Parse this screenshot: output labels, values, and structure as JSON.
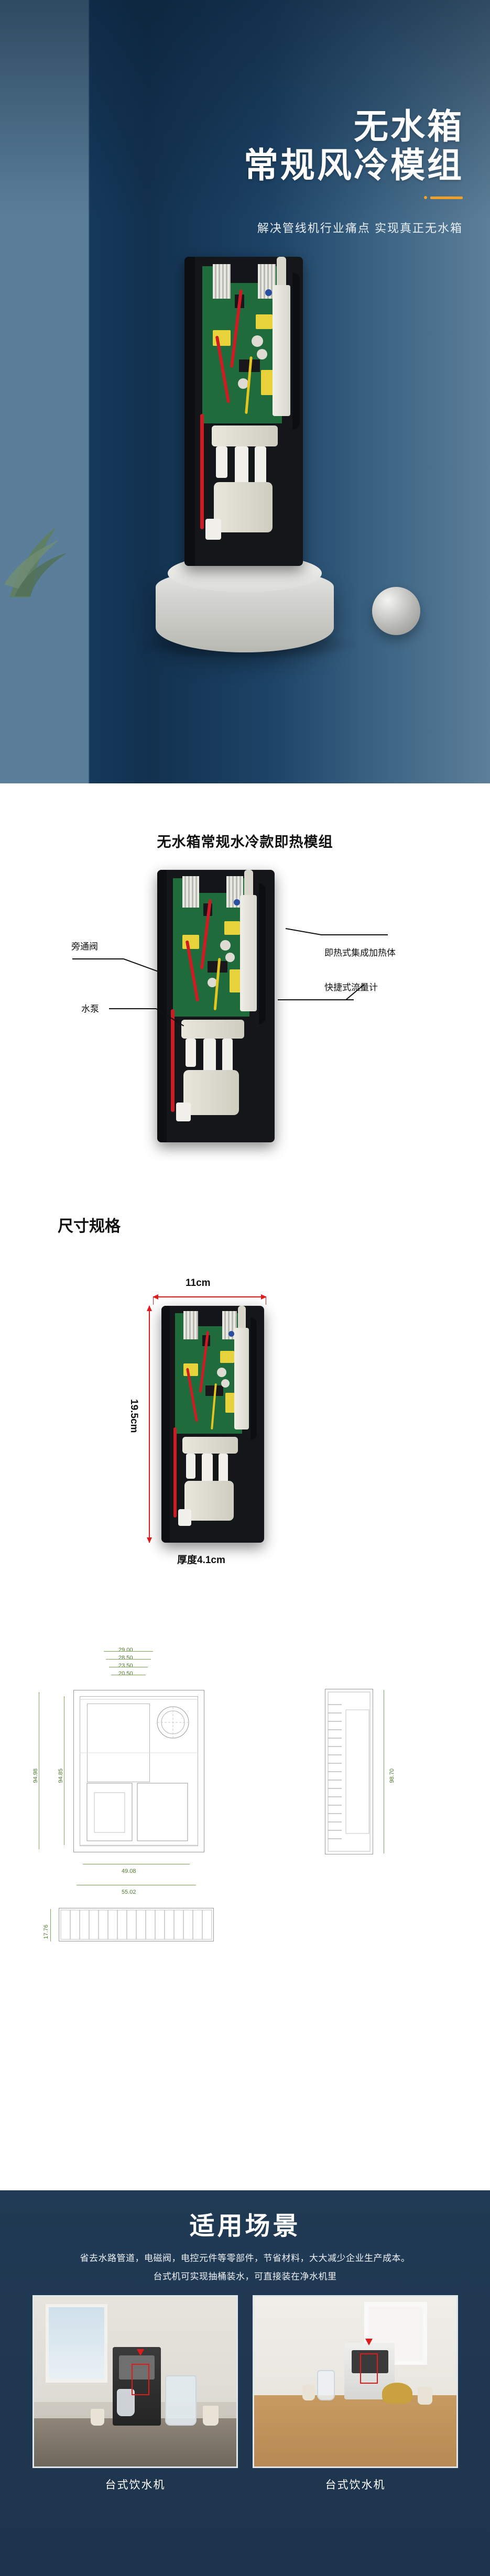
{
  "hero": {
    "title_line1": "无水箱",
    "title_line2": "常规风冷模组",
    "subtitle": "解决管线机行业痛点 实现真正无水箱",
    "accent_color": "#f0a028",
    "bg_color_dark": "#12314f",
    "bg_color_light": "#5b7f9b"
  },
  "diagram_section": {
    "title": "无水箱常规水冷款即热模组",
    "labels": {
      "bypass_valve": "旁通阀",
      "water_pump": "水泵",
      "heater": "即热式集成加热体",
      "flow_meter": "快捷式流量计"
    }
  },
  "dimensions_section": {
    "title": "尺寸规格",
    "width": "11cm",
    "height": "19.5cm",
    "thickness": "厚度4.1cm"
  },
  "cad_drawing": {
    "top_dims": [
      "29.00",
      "28.50",
      "23.50",
      "20.50"
    ],
    "left_dim_outer": "94.98",
    "left_dim_inner": "94.85",
    "right_dim": "98.70",
    "bottom_dim_1": "49.08",
    "bottom_dim_2": "55.02",
    "bottom_dim_3": "17.76",
    "line_color": "#7aa255",
    "text_color": "#4e7a2e"
  },
  "scenarios_section": {
    "title": "适用场景",
    "desc_line1": "省去水路管道，电磁阀，电控元件等零部件，节省材料，大大减少企业生产成本。",
    "desc_line2": "台式机可实现抽桶装水，可直接装在净水机里",
    "cards": [
      {
        "caption": "台式饮水机"
      },
      {
        "caption": "台式饮水机"
      }
    ],
    "bg_color": "#213a55",
    "highlight_color": "#e01b1b"
  }
}
